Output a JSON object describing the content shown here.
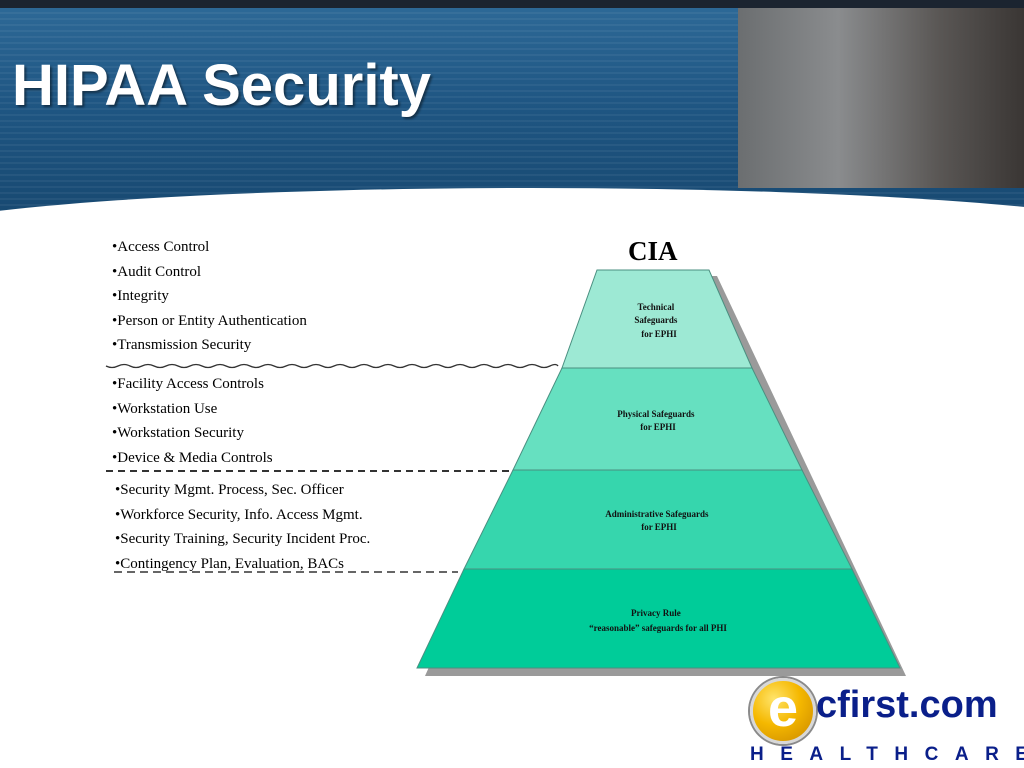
{
  "title": "HIPAA Security",
  "cia_label": "CIA",
  "technical_list": [
    "Access Control",
    "Audit Control",
    "Integrity",
    "Person or Entity Authentication",
    "Transmission Security"
  ],
  "physical_list": [
    "Facility Access Controls",
    "Workstation Use",
    "Workstation Security",
    "Device & Media Controls"
  ],
  "administrative_list": [
    "Security Mgmt. Process, Sec. Officer",
    "Workforce Security, Info. Access Mgmt.",
    "Security Training, Security Incident Proc.",
    "Contingency Plan, Evaluation, BACs"
  ],
  "pyramid": {
    "tiers": [
      {
        "lines": [
          "Technical",
          "Safeguards",
          "for EPHI"
        ],
        "color": "#9de9d4"
      },
      {
        "lines": [
          "Physical Safeguards",
          "for EPHI"
        ],
        "color": "#66e0c0"
      },
      {
        "lines": [
          "Administrative Safeguards",
          "for EPHI"
        ],
        "color": "#36d6ad"
      },
      {
        "lines": [
          "Privacy Rule",
          "“reasonable” safeguards for all PHI"
        ],
        "color": "#00cc99"
      }
    ]
  },
  "logo": {
    "mark": "e",
    "name": "cfirst.com",
    "subtitle": "HEALTHCARE"
  },
  "colors": {
    "header_blue": "#1f5683",
    "logo_navy": "#0a1f8a",
    "logo_gold": "#f5b800"
  }
}
